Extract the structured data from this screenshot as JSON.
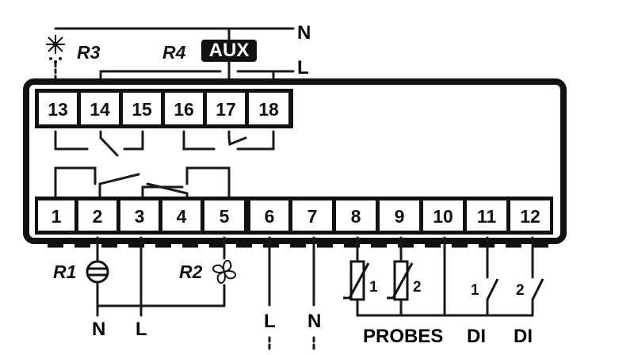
{
  "diagram": {
    "top_terminals": [
      "13",
      "14",
      "15",
      "16",
      "17",
      "18"
    ],
    "bottom_terminals": [
      "1",
      "2",
      "3",
      "4",
      "5",
      "6",
      "7",
      "8",
      "9",
      "10",
      "11",
      "12"
    ],
    "supply": {
      "neutral": "N",
      "line": "L"
    },
    "relays": {
      "r1": "R1",
      "r2": "R2",
      "r3": "R3",
      "r4": "R4"
    },
    "aux_label": "AUX",
    "probe_numbers": [
      "1",
      "2"
    ],
    "di_numbers": [
      "1",
      "2"
    ],
    "bottom_labels": {
      "n_under_r1": "N",
      "l_under_3": "L",
      "l_under_6": "L",
      "n_under_7": "N",
      "probes": "PROBES",
      "di_1": "DI",
      "di_2": "DI"
    },
    "icons": [
      "defrost-icon",
      "compressor-icon",
      "fan-icon",
      "ntc-probe-icon",
      "digital-input-switch-icon"
    ]
  }
}
